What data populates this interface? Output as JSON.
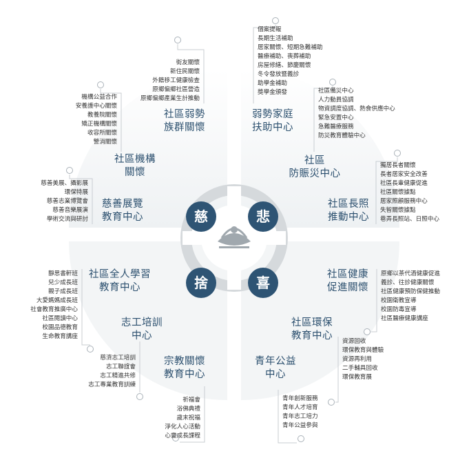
{
  "center": {
    "characters": [
      "慈",
      "悲",
      "捨",
      "喜"
    ],
    "emblem_icon": "lotus-emblem-icon"
  },
  "groups": [
    {
      "id": "community-vulnerable",
      "title": [
        "社區弱勢",
        "族群關懷"
      ],
      "items": [
        "街友關懷",
        "新住民關懷",
        "外籍移工健康檢查",
        "原鄉偏鄉社區營造",
        "原鄉偏鄉產業生計推動"
      ]
    },
    {
      "id": "institution",
      "title": [
        "社區機構",
        "關懷"
      ],
      "items": [
        "機構公益合作",
        "安養護中心關懷",
        "教養院關懷",
        "矯正機構關懷",
        "收容所關懷",
        "警消關懷"
      ]
    },
    {
      "id": "exhibition",
      "title": [
        "慈善展覽",
        "教育中心"
      ],
      "items": [
        "慈善美展、攝影展",
        "環保特展",
        "慈善志業博覽會",
        "慈善音樂展演",
        "學術交流與研討"
      ]
    },
    {
      "id": "disadvantaged-aid",
      "title": [
        "弱勢家庭",
        "扶助中心"
      ],
      "items": [
        "個案提報",
        "長期生活補助",
        "居家關懷、短期急難補助",
        "醫療補助、喪葬補助",
        "房屋修繕、節慶關懷",
        "冬令發放暨義診",
        "助學金補助",
        "獎學金頒發"
      ]
    },
    {
      "id": "disaster",
      "title": [
        "社區",
        "防賑災中心"
      ],
      "items": [
        "社區備災中心",
        "人力動員協調",
        "物資調度協調、熱食供應中心",
        "緊急安置中心",
        "急難醫療服務",
        "防災教育體驗中心"
      ]
    },
    {
      "id": "longterm-care",
      "title": [
        "社區長照",
        "推動中心"
      ],
      "items": [
        "獨居長者關懷",
        "長者居家安全改善",
        "社區長輩健康促進",
        "社區關懷據點",
        "居家照顧服務中心",
        "失智關懷據點",
        "巷弄長照站、日照中心"
      ]
    },
    {
      "id": "learning",
      "title": [
        "社區全人學習",
        "教育中心"
      ],
      "items": [
        "靜思書軒班",
        "兒少成長班",
        "親子成長班",
        "大愛媽媽成長班",
        "社會教育推廣中心",
        "社區閱讀中心",
        "校園品德教育",
        "生命教育講座"
      ]
    },
    {
      "id": "volunteer-training",
      "title": [
        "志工培訓",
        "中心"
      ],
      "items": [
        "慈濟志工培訓",
        "志工聯誼會",
        "志工精進共修",
        "志工專業教育訓練"
      ]
    },
    {
      "id": "religious",
      "title": [
        "宗教關懷",
        "教育中心"
      ],
      "items": [
        "祈福會",
        "浴佛典禮",
        "歲末祝福",
        "淨化人心活動",
        "心靈成長課程"
      ]
    },
    {
      "id": "health",
      "title": [
        "社區健康",
        "促進關懷"
      ],
      "items": [
        "原鄉以茶代酒健康促進",
        "義診、往診健康關懷",
        "社區健康預防保健推動",
        "校園衛教宣導",
        "校園防毒宣導",
        "社區醫療健康講座"
      ]
    },
    {
      "id": "environment",
      "title": [
        "社區環保",
        "教育中心"
      ],
      "items": [
        "資源回收",
        "環保教育與體驗",
        "資源再利用",
        "二手輔具回收",
        "環保教育展"
      ]
    },
    {
      "id": "youth",
      "title": [
        "青年公益",
        "中心"
      ],
      "items": [
        "青年創新服務",
        "青年人才培育",
        "青年志工培力",
        "青年公益參與"
      ]
    }
  ]
}
